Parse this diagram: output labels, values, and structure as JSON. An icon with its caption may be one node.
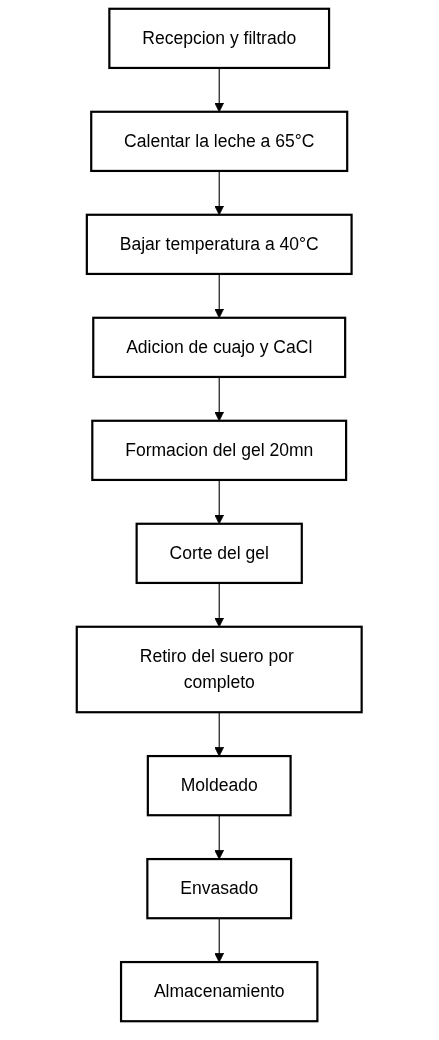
{
  "diagram": {
    "nodes": [
      {
        "text": [
          "Recepcion y filtrado"
        ]
      },
      {
        "text": [
          "Calentar la leche a 65°C"
        ]
      },
      {
        "text": [
          "Bajar temperatura a 40°C"
        ]
      },
      {
        "text": [
          "Adicion de cuajo y CaCl"
        ]
      },
      {
        "text": [
          "Formacion del gel 20mn"
        ]
      },
      {
        "text": [
          "Corte del gel"
        ]
      },
      {
        "text": [
          "Retiro del suero por completo"
        ]
      },
      {
        "text": [
          "Moldeado"
        ]
      },
      {
        "text": [
          "Envasado"
        ]
      },
      {
        "text": [
          "Almacenamiento"
        ]
      }
    ],
    "edges": [
      {
        "from": 0,
        "to": 1,
        "arrow": "to"
      },
      {
        "from": 1,
        "to": 2,
        "arrow": "to"
      },
      {
        "from": 2,
        "to": 3,
        "arrow": "to"
      },
      {
        "from": 3,
        "to": 4,
        "arrow": "to"
      },
      {
        "from": 4,
        "to": 5,
        "arrow": "to"
      },
      {
        "from": 5,
        "to": 6,
        "arrow": "to"
      },
      {
        "from": 6,
        "to": 7,
        "arrow": "to"
      },
      {
        "from": 7,
        "to": 8,
        "arrow": "to"
      },
      {
        "from": 8,
        "to": 9,
        "arrow": "to"
      }
    ]
  }
}
